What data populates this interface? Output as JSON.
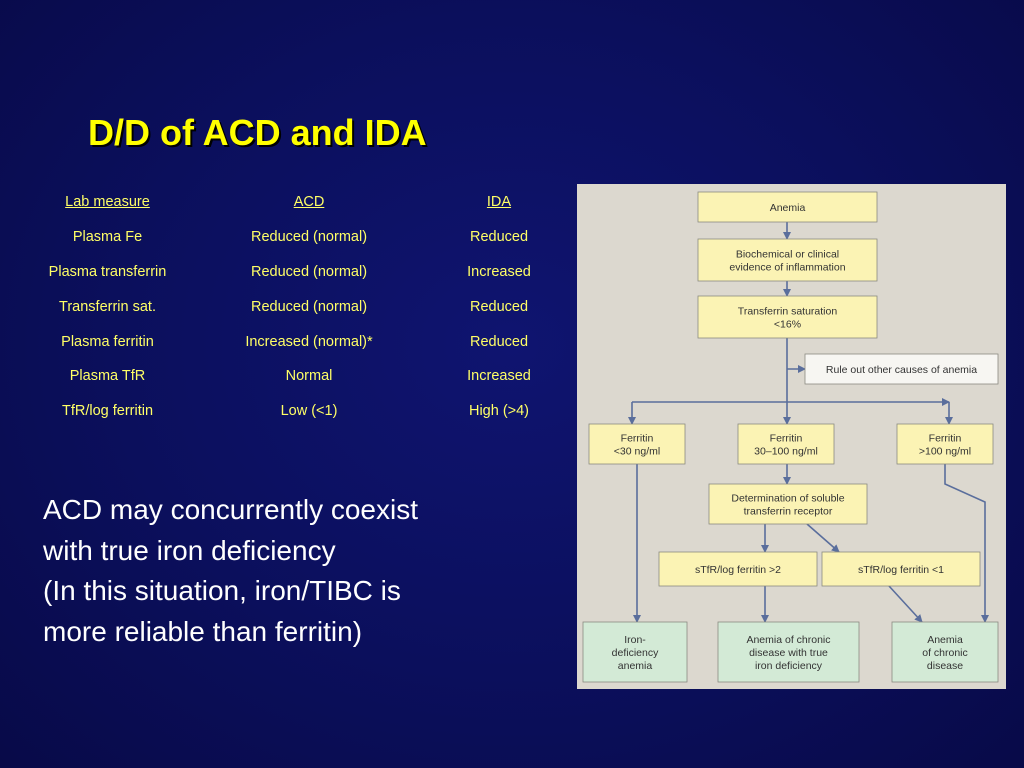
{
  "title": "D/D of ACD and IDA",
  "table": {
    "headers": [
      "Lab measure",
      "ACD",
      "IDA"
    ],
    "rows": [
      [
        "Plasma Fe",
        "Reduced (normal)",
        "Reduced"
      ],
      [
        "Plasma transferrin",
        "Reduced (normal)",
        "Increased"
      ],
      [
        "Transferrin sat.",
        "Reduced (normal)",
        "Reduced"
      ],
      [
        "Plasma ferritin",
        "Increased (normal)*",
        "Reduced"
      ],
      [
        "Plasma TfR",
        "Normal",
        "Increased"
      ],
      [
        "TfR/log ferritin",
        "Low (<1)",
        "High (>4)"
      ]
    ]
  },
  "note_lines": [
    "ACD may concurrently coexist",
    "with true iron deficiency",
    "(In this situation, iron/TIBC is",
    "more reliable than ferritin)"
  ],
  "flowchart": {
    "colors": {
      "panel": "#dcd8cf",
      "yellow_box": "#fbf3b4",
      "green_box": "#d3ead6",
      "white_box": "#f7f6f2",
      "arrow": "#5a6e9c"
    },
    "boxes": [
      {
        "id": "anemia",
        "lines": [
          "Anemia"
        ]
      },
      {
        "id": "inflammation",
        "lines": [
          "Biochemical or clinical",
          "evidence of inflammation"
        ]
      },
      {
        "id": "tsat",
        "lines": [
          "Transferrin saturation",
          "<16%"
        ]
      },
      {
        "id": "ruleout",
        "lines": [
          "Rule out other causes of anemia"
        ]
      },
      {
        "id": "fer-low",
        "lines": [
          "Ferritin",
          "<30 ng/ml"
        ]
      },
      {
        "id": "fer-mid",
        "lines": [
          "Ferritin",
          "30–100 ng/ml"
        ]
      },
      {
        "id": "fer-high",
        "lines": [
          "Ferritin",
          ">100 ng/ml"
        ]
      },
      {
        "id": "stfr-det",
        "lines": [
          "Determination of soluble",
          "transferrin receptor"
        ]
      },
      {
        "id": "stfr-high",
        "lines": [
          "sTfR/log ferritin >2"
        ]
      },
      {
        "id": "stfr-low",
        "lines": [
          "sTfR/log ferritin <1"
        ]
      },
      {
        "id": "out-ida",
        "lines": [
          "Iron-",
          "deficiency",
          "anemia"
        ]
      },
      {
        "id": "out-mixed",
        "lines": [
          "Anemia of chronic",
          "disease with true",
          "iron deficiency"
        ]
      },
      {
        "id": "out-acd",
        "lines": [
          "Anemia",
          "of chronic",
          "disease"
        ]
      }
    ]
  }
}
